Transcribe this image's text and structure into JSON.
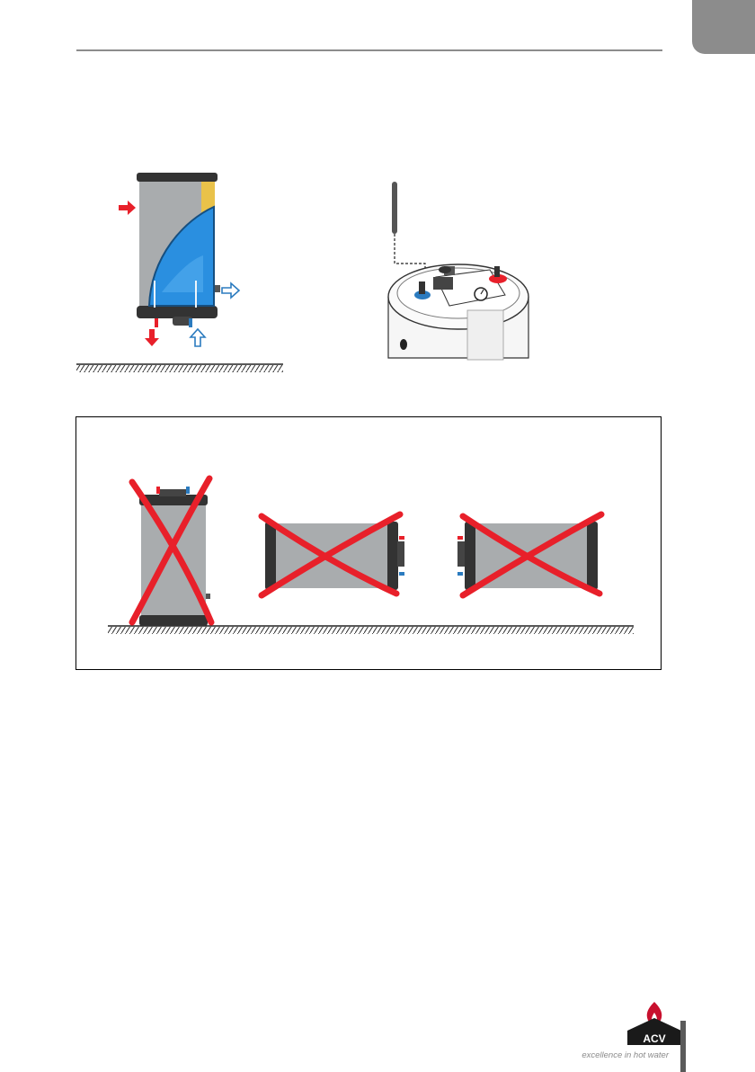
{
  "brand": {
    "logo_text": "ACV",
    "tagline": "excellence in hot water",
    "colors": {
      "logo_red": "#c8102e",
      "logo_dark": "#1a1a1a"
    }
  },
  "figures": {
    "installation": {
      "icons": [
        "hot-out-arrow-icon",
        "cold-in-arrow-icon",
        "floor-hatch"
      ],
      "colors": {
        "hot": "#e8202a",
        "cold": "#2b7bbf",
        "tank": "#a9acae",
        "water": "#2a8fe0",
        "insulation": "#e9c24a"
      }
    },
    "sensor": {
      "icons": [
        "sensor-probe-icon",
        "thermostat-dial-icon"
      ]
    },
    "wrong_positions": {
      "icons": [
        "cross-icon",
        "cross-icon",
        "cross-icon"
      ],
      "colors": {
        "cross": "#e8202a"
      }
    }
  }
}
